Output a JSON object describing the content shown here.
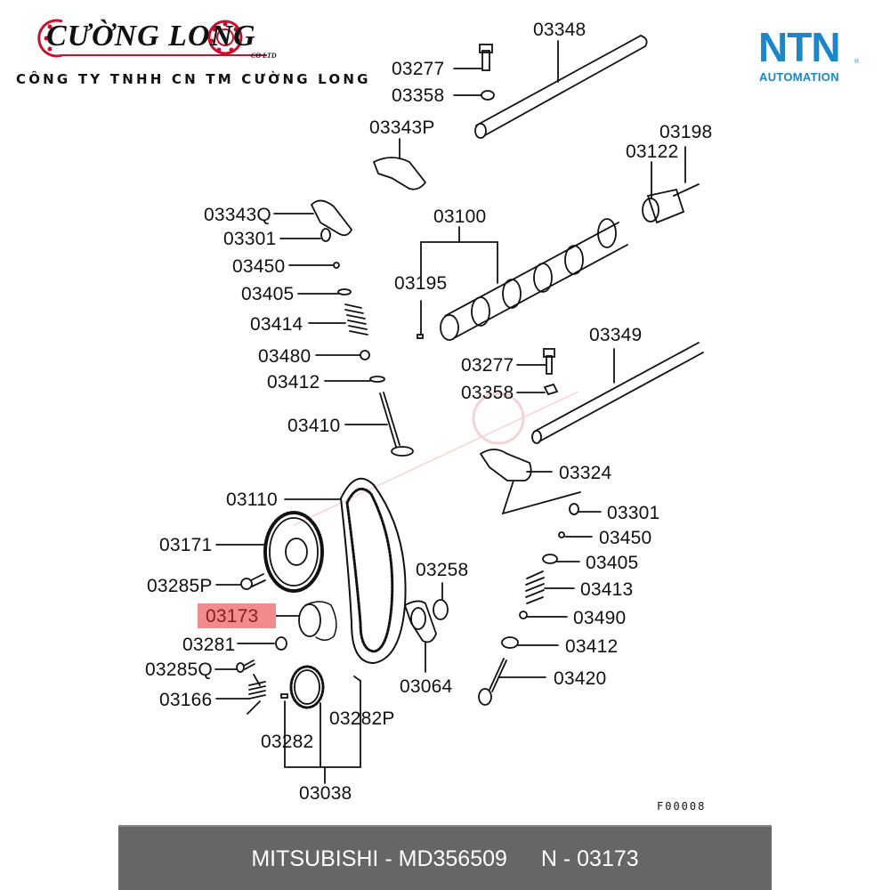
{
  "header": {
    "brand_name": "CƯỜNG LONG",
    "brand_suffix": "CO LTD",
    "company_full_name": "CÔNG TY TNHH CN TM CƯỜNG LONG",
    "partner_logo": "NTN",
    "partner_logo_sub": "AUTOMATION",
    "partner_registered": "®",
    "colors": {
      "brand_red": "#c8102e",
      "partner_blue": "#1b87c9"
    }
  },
  "diagram": {
    "figure_code": "F00008",
    "highlighted_part": "03173",
    "highlight_color": "#f28b8b",
    "labels": {
      "p03348": "03348",
      "p03277a": "03277",
      "p03358a": "03358",
      "p03343P": "03343P",
      "p03198": "03198",
      "p03122": "03122",
      "p03343Q": "03343Q",
      "p03100": "03100",
      "p03301a": "03301",
      "p03450a": "03450",
      "p03195": "03195",
      "p03405a": "03405",
      "p03414": "03414",
      "p03349": "03349",
      "p03480": "03480",
      "p03277b": "03277",
      "p03412a": "03412",
      "p03358b": "03358",
      "p03410": "03410",
      "p03324": "03324",
      "p03110": "03110",
      "p03301b": "03301",
      "p03171": "03171",
      "p03450b": "03450",
      "p03258": "03258",
      "p03405b": "03405",
      "p03285P": "03285P",
      "p03413": "03413",
      "p03173": "03173",
      "p03490": "03490",
      "p03281": "03281",
      "p03412b": "03412",
      "p03285Q": "03285Q",
      "p03064": "03064",
      "p03420": "03420",
      "p03166": "03166",
      "p03282P": "03282P",
      "p03282": "03282",
      "p03038": "03038"
    }
  },
  "footer": {
    "manufacturer": "MITSUBISHI",
    "separator": "-",
    "oem_part_number": "MD356509",
    "ntn_prefix": "N",
    "ntn_part_number": "03173"
  }
}
